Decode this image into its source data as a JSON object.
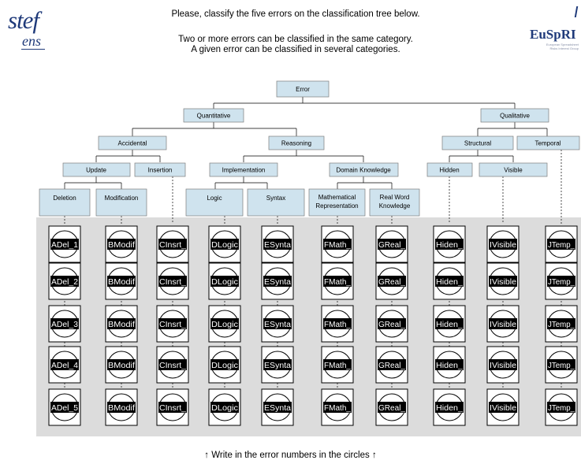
{
  "header": {
    "instruction_line1": "Please, classify the five errors on the classification tree below.",
    "instruction_line2": "Two or more errors can be classified in the same category.",
    "instruction_line3": "A given error can be classified in several categories."
  },
  "logos": {
    "left_top": "stef",
    "left_bottom": "ens",
    "right": "EuSpRI",
    "right_sub": "European Spreadsheet Risks Interest Group"
  },
  "tree": {
    "root": "Error",
    "quantitative": "Quantitative",
    "qualitative": "Qualitative",
    "accidental": "Accidental",
    "reasoning": "Reasoning",
    "structural": "Structural",
    "temporal": "Temporal",
    "update": "Update",
    "insertion": "Insertion",
    "implementation": "Implementation",
    "domain_knowledge": "Domain Knowledge",
    "hidden": "Hidden",
    "visible": "Visible",
    "deletion": "Deletion",
    "modification": "Modification",
    "logic": "Logic",
    "syntax": "Syntax",
    "mathematical_representation_l1": "Mathematical",
    "mathematical_representation_l2": "Representation",
    "real_word_knowledge_l1": "Real Word",
    "real_word_knowledge_l2": "Knowledge"
  },
  "grid": {
    "columns": [
      [
        "ADel_1",
        "ADel_2",
        "ADel_3",
        "ADel_4",
        "ADel_5"
      ],
      [
        "BModif",
        "BModif",
        "BModif",
        "BModif",
        "BModif"
      ],
      [
        "CInsrt_",
        "CInsrt_",
        "CInsrt_",
        "CInsrt_",
        "CInsrt_"
      ],
      [
        "DLogic",
        "DLogic",
        "DLogic",
        "DLogic",
        "DLogic"
      ],
      [
        "ESynta",
        "ESynta",
        "ESynta",
        "ESynta",
        "ESynta"
      ],
      [
        "FMath_",
        "FMath_",
        "FMath_",
        "FMath_",
        "FMath_"
      ],
      [
        "GReal_",
        "GReal_",
        "GReal_",
        "GReal_",
        "GReal_"
      ],
      [
        "Hiden_",
        "Hiden_",
        "Hiden_",
        "Hiden_",
        "Hiden_"
      ],
      [
        "IVisible",
        "IVisible",
        "IVisible",
        "IVisible",
        "IVisible"
      ],
      [
        "JTemp_",
        "JTemp_",
        "JTemp_",
        "JTemp_",
        "JTemp_"
      ]
    ]
  },
  "footer": {
    "arrow_left": "↑",
    "text": "Write in the error numbers in the circles",
    "arrow_right": "↑"
  },
  "colors": {
    "box_fill": "#cfe3ee",
    "grid_background": "#dcdcdc",
    "logo_blue": "#1f3a7a"
  }
}
